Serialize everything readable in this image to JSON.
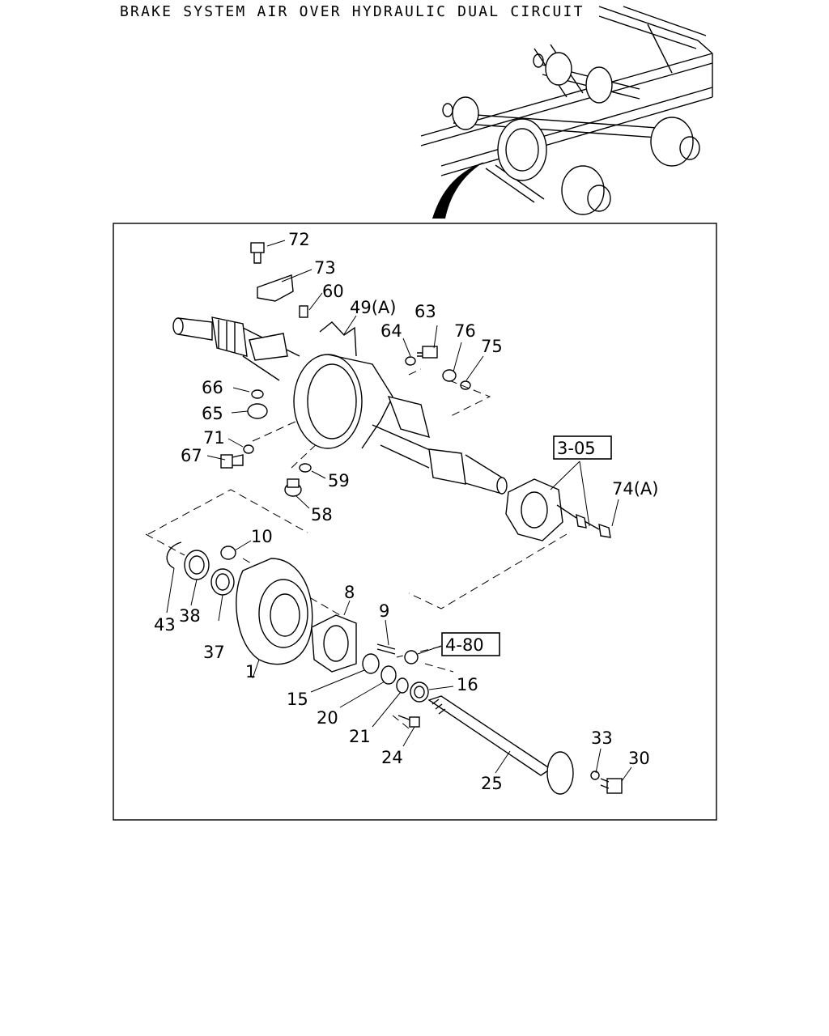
{
  "header": {
    "title": "BRAKE SYSTEM AIR OVER HYDRAULIC DUAL CIRCUIT"
  },
  "callouts": {
    "p72": "72",
    "p73": "73",
    "p60": "60",
    "p49": "49(A)",
    "p63": "63",
    "p64": "64",
    "p76": "76",
    "p75": "75",
    "p66": "66",
    "p65": "65",
    "p71": "71",
    "p67": "67",
    "p59": "59",
    "p58": "58",
    "p74": "74(A)",
    "p10": "10",
    "p8": "8",
    "p9": "9",
    "p43": "43",
    "p38": "38",
    "p37": "37",
    "p1": "1",
    "p15": "15",
    "p20": "20",
    "p21": "21",
    "p16": "16",
    "p24": "24",
    "p25": "25",
    "p33": "33",
    "p30": "30"
  },
  "references": {
    "r305": "3-05",
    "r480": "4-80"
  },
  "colors": {
    "line": "#000000",
    "background": "#ffffff"
  }
}
